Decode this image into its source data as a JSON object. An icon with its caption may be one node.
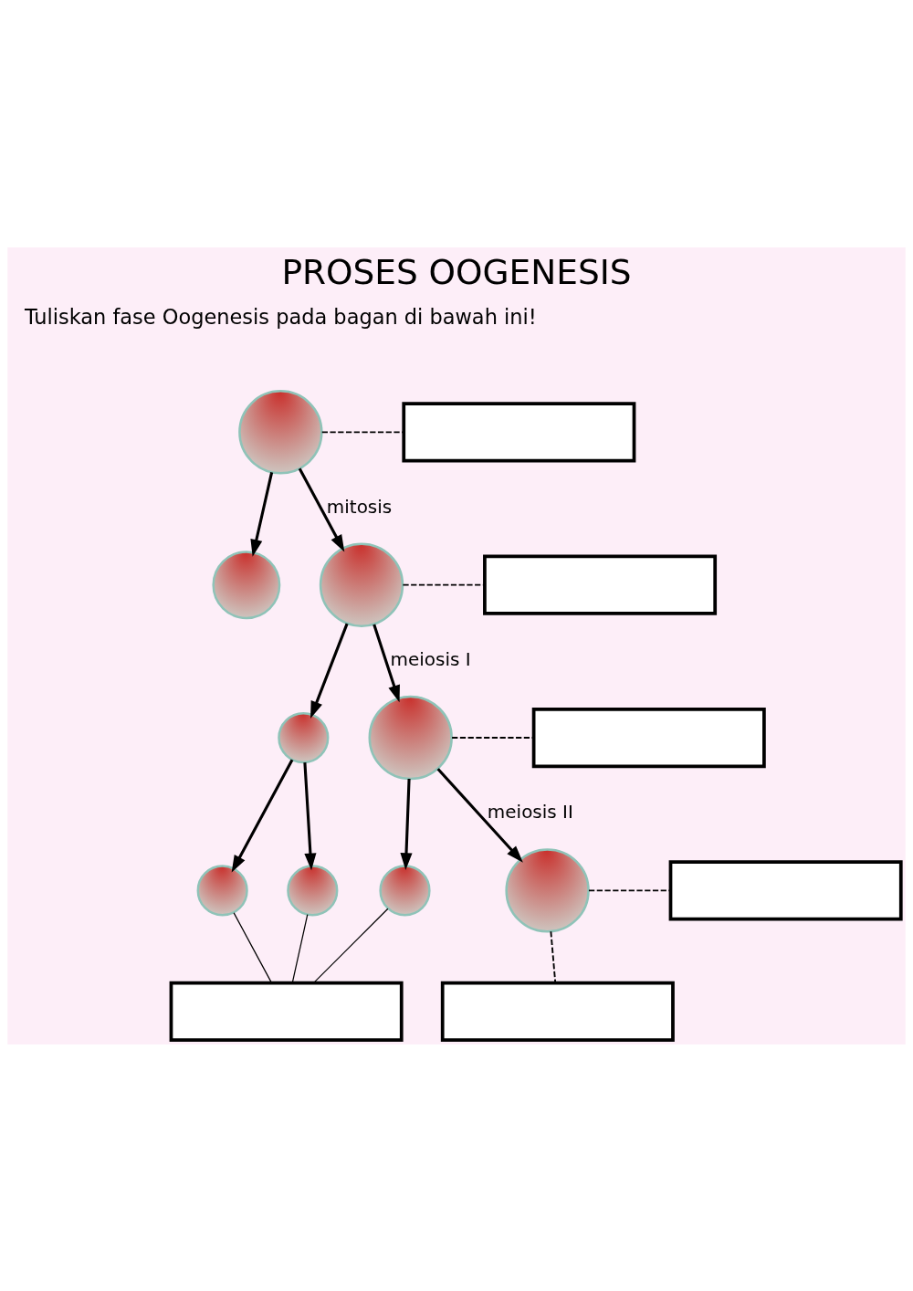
{
  "diagram": {
    "title": "PROSES OOGENESIS",
    "nodes": [
      {
        "text": [],
        "shape": "circle"
      },
      {
        "text": [],
        "shape": "box"
      },
      {
        "text": [],
        "shape": "circle"
      },
      {
        "text": [],
        "shape": "circle"
      },
      {
        "text": [],
        "shape": "box"
      },
      {
        "text": [],
        "shape": "circle"
      },
      {
        "text": [],
        "shape": "circle"
      },
      {
        "text": [],
        "shape": "circle"
      },
      {
        "text": [],
        "shape": "circle"
      },
      {
        "text": [],
        "shape": "box"
      },
      {
        "text": [],
        "shape": "circle"
      },
      {
        "text": [],
        "shape": "box"
      },
      {
        "text": [],
        "shape": "box"
      },
      {
        "text": [],
        "shape": "circle"
      },
      {
        "text": [],
        "shape": "box"
      }
    ],
    "edges": [
      {
        "from": 0,
        "to": 1,
        "arrow": "none",
        "style": "dashed"
      },
      {
        "from": 0,
        "to": 2,
        "arrow": "to"
      },
      {
        "from": 0,
        "to": 3,
        "arrow": "to",
        "label": "mitosis"
      },
      {
        "from": 3,
        "to": 4,
        "arrow": "none",
        "style": "dashed"
      },
      {
        "from": 3,
        "to": 5,
        "arrow": "to"
      },
      {
        "from": 5,
        "to": 6,
        "arrow": "to"
      },
      {
        "from": 5,
        "to": 7,
        "arrow": "to"
      },
      {
        "from": 3,
        "to": 8,
        "arrow": "to",
        "label": "meiosis I"
      },
      {
        "from": 8,
        "to": 9,
        "arrow": "none",
        "style": "dashed"
      },
      {
        "from": 8,
        "to": 10,
        "arrow": "to"
      },
      {
        "from": 8,
        "to": 13,
        "arrow": "to",
        "label": "meiosis II"
      },
      {
        "from": 11,
        "to": 6,
        "arrow": "none"
      },
      {
        "from": 11,
        "to": 7,
        "arrow": "none"
      },
      {
        "from": 11,
        "to": 10,
        "arrow": "none"
      },
      {
        "from": 13,
        "to": 12,
        "arrow": "none",
        "style": "dashed"
      },
      {
        "from": 13,
        "to": 14,
        "arrow": "none",
        "style": "dashed"
      }
    ],
    "labels": [
      "Tuliskan fase Oogenesis pada bagan di bawah ini!"
    ]
  }
}
